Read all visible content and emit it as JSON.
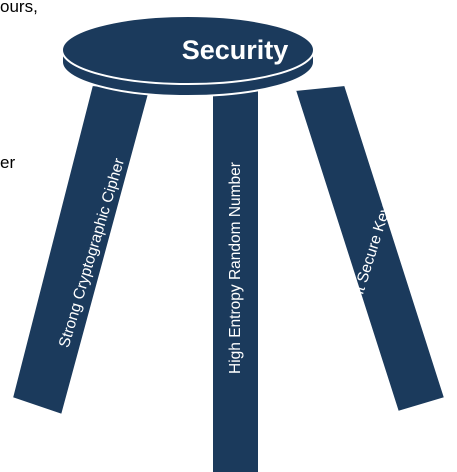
{
  "fragments": {
    "top_text": "ours,",
    "mid_text": "er"
  },
  "stool": {
    "seat_label": "Security",
    "legs": [
      {
        "label": "Strong Cryptographic Cipher"
      },
      {
        "label": "High Entropy Random Number"
      },
      {
        "label": "Persistent Secure Key Storage"
      }
    ]
  },
  "colors": {
    "stool_fill": "#1b3a5c",
    "stool_outline": "#ffffff",
    "label_text": "#ffffff",
    "fragment_text": "#000000"
  }
}
